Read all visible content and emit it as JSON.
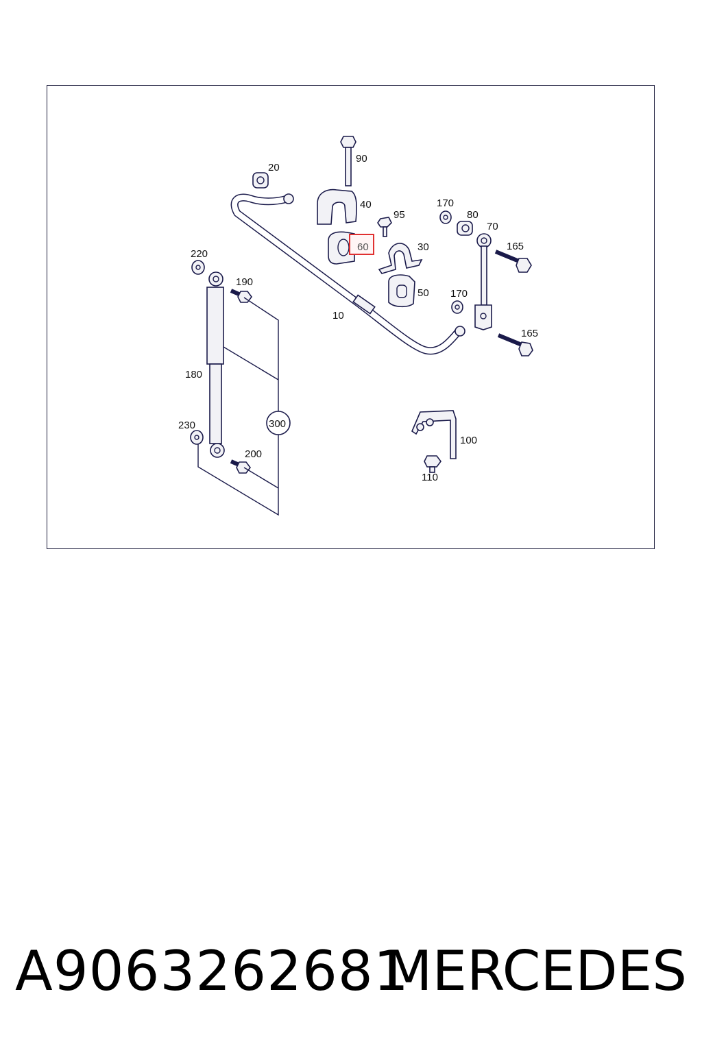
{
  "diagram": {
    "callouts": {
      "c10": "10",
      "c20": "20",
      "c30": "30",
      "c40": "40",
      "c50": "50",
      "c60": "60",
      "c70": "70",
      "c80": "80",
      "c90": "90",
      "c95": "95",
      "c100": "100",
      "c110": "110",
      "c165a": "165",
      "c165b": "165",
      "c170a": "170",
      "c170b": "170",
      "c180": "180",
      "c190": "190",
      "c200": "200",
      "c220": "220",
      "c230": "230",
      "c300": "300"
    },
    "highlighted_callout": "60",
    "highlight_color": "#e03030",
    "line_color": "#1a1a4a"
  },
  "footer": {
    "part_number": "A9063262681",
    "brand": "MERCEDES"
  }
}
